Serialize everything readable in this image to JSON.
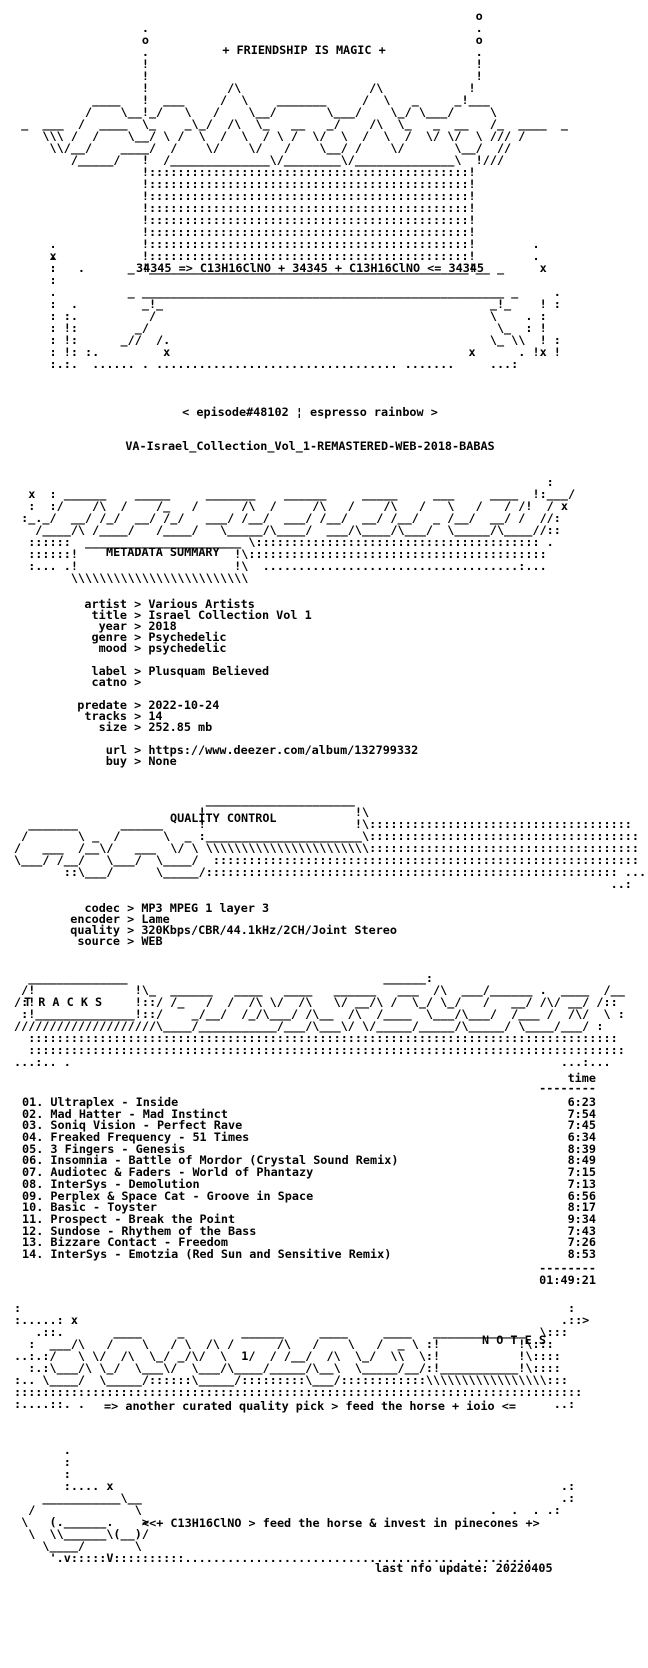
{
  "header": {
    "banner": "+ FRIENDSHIP IS MAGIC +",
    "formula": "34345 => C13H16ClNO + 34345 + C13H16ClNO <= 34345",
    "episode": "< episode#48102 ¦ espresso rainbow >",
    "release": "VA-Israel_Collection_Vol_1-REMASTERED-WEB-2018-BABAS"
  },
  "metadata": {
    "section_title": "METADATA SUMMARY",
    "rows": [
      {
        "key": "artist",
        "value": "Various Artists"
      },
      {
        "key": "title",
        "value": "Israel Collection Vol 1"
      },
      {
        "key": "year",
        "value": "2018"
      },
      {
        "key": "genre",
        "value": "Psychedelic"
      },
      {
        "key": "mood",
        "value": "psychedelic"
      },
      {
        "key": "label",
        "value": "Plusquam Believed"
      },
      {
        "key": "catno",
        "value": ""
      },
      {
        "key": "predate",
        "value": "2022-10-24"
      },
      {
        "key": "tracks",
        "value": "14"
      },
      {
        "key": "size",
        "value": "252.85 mb"
      },
      {
        "key": "url",
        "value": "https://www.deezer.com/album/132799332"
      },
      {
        "key": "buy",
        "value": "None"
      }
    ]
  },
  "quality": {
    "section_title": "QUALITY CONTROL",
    "rows": [
      {
        "key": "codec",
        "value": "MP3 MPEG 1 layer 3"
      },
      {
        "key": "encoder",
        "value": "Lame"
      },
      {
        "key": "quality",
        "value": "320Kbps/CBR/44.1kHz/2CH/Joint Stereo"
      },
      {
        "key": "source",
        "value": "WEB"
      }
    ]
  },
  "tracks": {
    "section_title": "T R A C K S",
    "time_header": "time",
    "separator": "--------",
    "items": [
      {
        "label": "01. Ultraplex - Inside",
        "time": "6:23"
      },
      {
        "label": "02. Mad Hatter - Mad Instinct",
        "time": "7:54"
      },
      {
        "label": "03. Soniq Vision - Perfect Rave",
        "time": "7:45"
      },
      {
        "label": "04. Freaked Frequency - 51 Times",
        "time": "6:34"
      },
      {
        "label": "05. 3 Fingers - Genesis",
        "time": "8:39"
      },
      {
        "label": "06. Insomnia - Battle of Mordor (Crystal Sound Remix)",
        "time": "8:49"
      },
      {
        "label": "07. Audiotec & Faders - World of Phantazy",
        "time": "7:15"
      },
      {
        "label": "08. InterSys - Demolution",
        "time": "7:13"
      },
      {
        "label": "09. Perplex & Space Cat - Groove in Space",
        "time": "6:56"
      },
      {
        "label": "10. Basic - Toyster",
        "time": "8:17"
      },
      {
        "label": "11. Prospect - Break the Point",
        "time": "9:34"
      },
      {
        "label": "12. Sundose - Rhythem of the Bass",
        "time": "7:43"
      },
      {
        "label": "13. Bizzare Contact - Freedom",
        "time": "7:26"
      },
      {
        "label": "14. InterSys - Emotzia (Red Sun and Sensitive Remix)",
        "time": "8:53"
      }
    ],
    "total": "01:49:21"
  },
  "notes": {
    "section_title": "N O T E S",
    "text": "=> another curated quality pick > feed the horse + ioio <="
  },
  "footer": {
    "tagline": "<<+ C13H16ClNO > feed the horse & invest in pinecones +>",
    "last_update": "last nfo update: 20220405"
  }
}
